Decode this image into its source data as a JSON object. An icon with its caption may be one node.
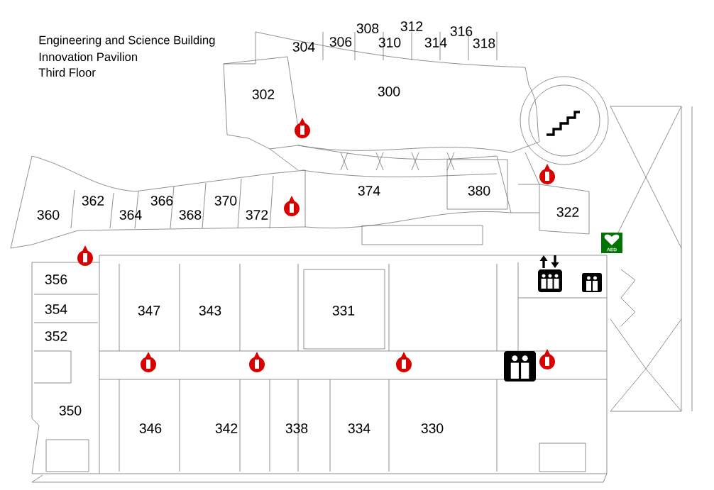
{
  "diagram": {
    "title": "Engineering and Science Building",
    "labels": [
      "Innovation Pavilion",
      "Third Floor",
      "308",
      "312",
      "316",
      "304",
      "306",
      "310",
      "314",
      "318",
      "302",
      "300",
      "374",
      "380",
      "362",
      "366",
      "370",
      "360",
      "364",
      "368",
      "372",
      "322",
      "AED",
      "356",
      "354",
      "347",
      "343",
      "331",
      "352",
      "350",
      "346",
      "342",
      "338",
      "334",
      "330"
    ]
  }
}
